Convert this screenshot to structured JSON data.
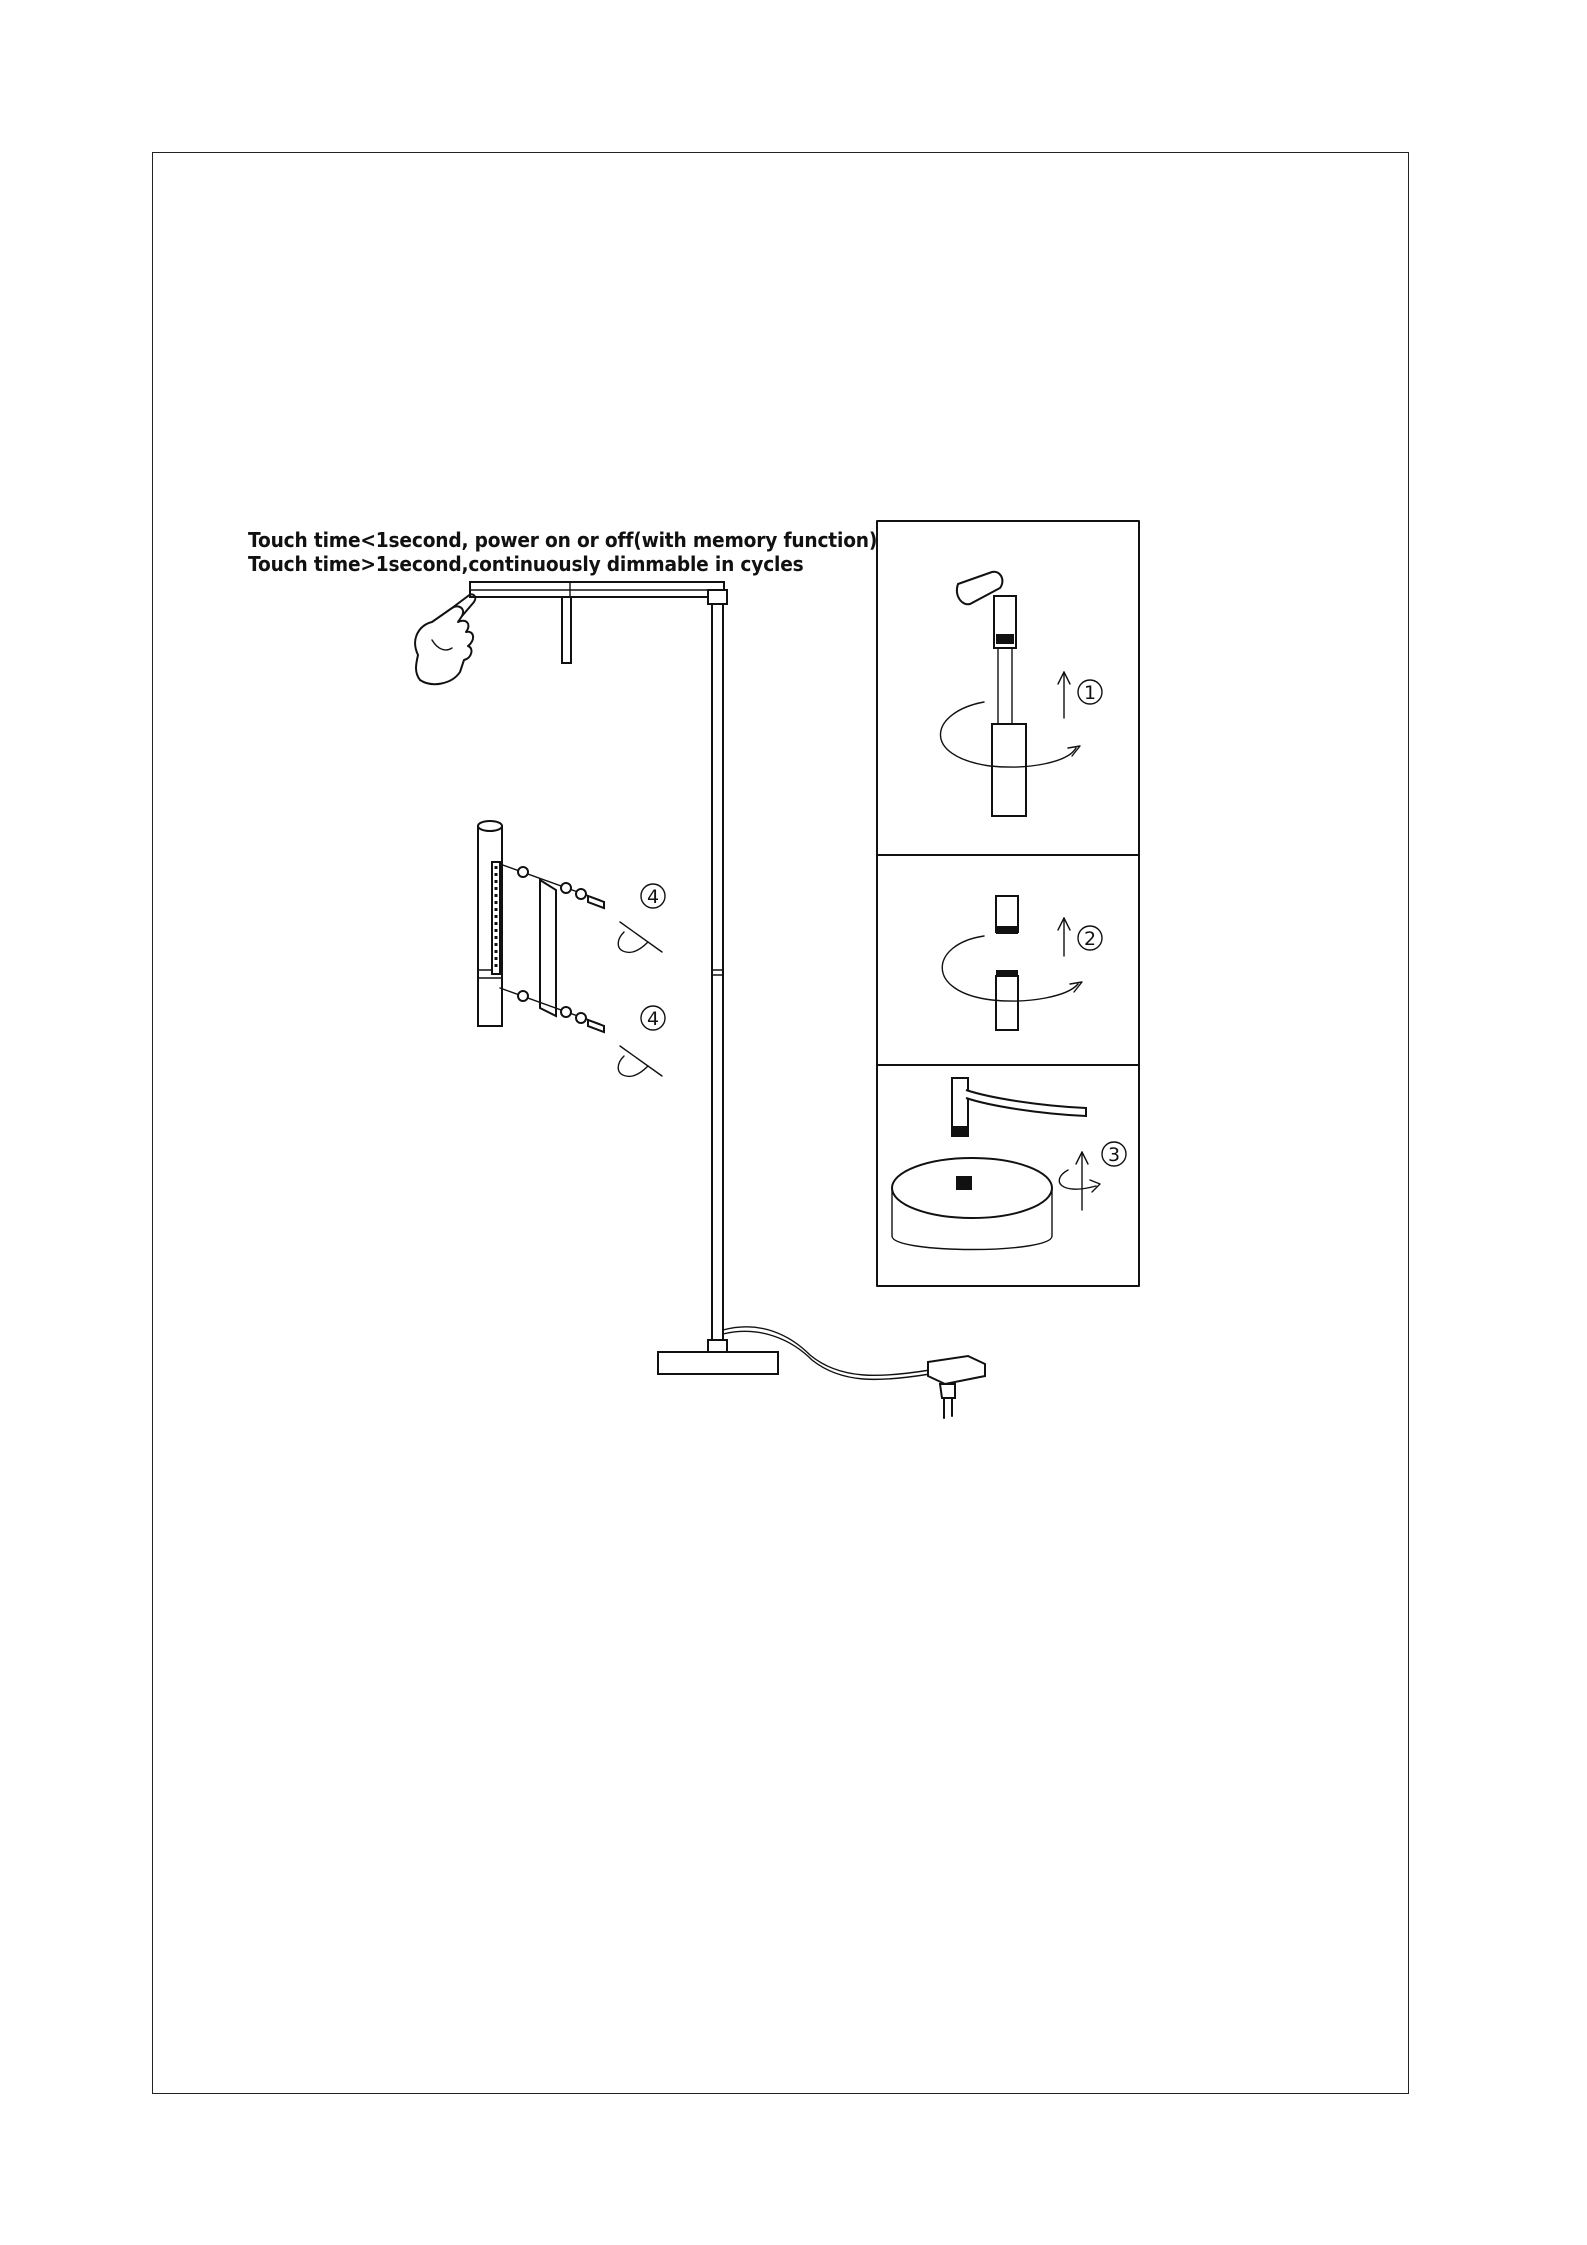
{
  "instructions": {
    "line1": "Touch time<1second, power on or off(with memory function)",
    "line2": "Touch time>1second,continuously dimmable in cycles"
  },
  "steps": [
    {
      "marker": "①",
      "action": "insert tube and twist"
    },
    {
      "marker": "②",
      "action": "join middle tube and twist"
    },
    {
      "marker": "③",
      "action": "screw pole into base"
    },
    {
      "marker": "④",
      "action": "fasten screws"
    }
  ],
  "icons": [
    "hand-icon",
    "rotate-arrow-icon",
    "up-arrow-icon",
    "screw-icon",
    "plug-icon"
  ]
}
